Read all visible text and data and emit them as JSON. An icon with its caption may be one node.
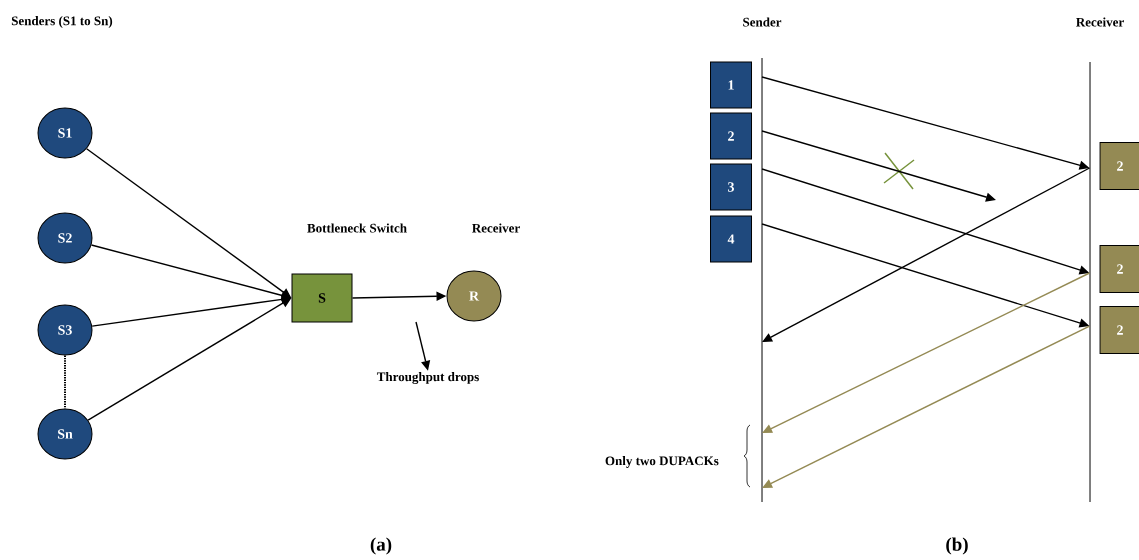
{
  "diagram": {
    "nodes": [
      {
        "text": [
          "S1"
        ]
      },
      {
        "text": [
          "S2"
        ]
      },
      {
        "text": [
          "S3"
        ]
      },
      {
        "text": [
          "Sn"
        ]
      },
      {
        "text": [
          "S"
        ]
      },
      {
        "text": [
          "R"
        ]
      },
      {
        "text": [
          "Throughput drops"
        ]
      },
      {
        "text": [
          "1"
        ]
      },
      {
        "text": [
          "2"
        ]
      },
      {
        "text": [
          "3"
        ]
      },
      {
        "text": [
          "4"
        ]
      },
      {
        "text": [
          "2"
        ]
      },
      {
        "text": [
          "2"
        ]
      },
      {
        "text": [
          "2"
        ]
      }
    ],
    "edges": [
      {
        "from": 0,
        "to": 4,
        "arrow": "to"
      },
      {
        "from": 1,
        "to": 4,
        "arrow": "to"
      },
      {
        "from": 2,
        "to": 4,
        "arrow": "to"
      },
      {
        "from": 3,
        "to": 4,
        "arrow": "to"
      },
      {
        "from": 2,
        "to": 3,
        "arrow": "none",
        "style": "dashed"
      },
      {
        "from": 4,
        "to": 5,
        "arrow": "to"
      },
      {
        "from": null,
        "to": 6,
        "arrow": "to"
      },
      {
        "from": 7,
        "to": 11,
        "arrow": "to"
      },
      {
        "from": 8,
        "to": null,
        "arrow": "to"
      },
      {
        "from": 9,
        "to": 12,
        "arrow": "to"
      },
      {
        "from": 10,
        "to": 13,
        "arrow": "to"
      },
      {
        "from": 11,
        "to": null,
        "arrow": "to"
      },
      {
        "from": 12,
        "to": null,
        "arrow": "to",
        "color": "#948a54"
      },
      {
        "from": 13,
        "to": null,
        "arrow": "to",
        "color": "#948a54"
      }
    ],
    "labels": [
      "Senders (S1 to Sn)",
      "Bottleneck Switch",
      "Receiver",
      "(a)",
      "Sender",
      "Receiver",
      "Only two DUPACKs",
      "(b)"
    ]
  }
}
